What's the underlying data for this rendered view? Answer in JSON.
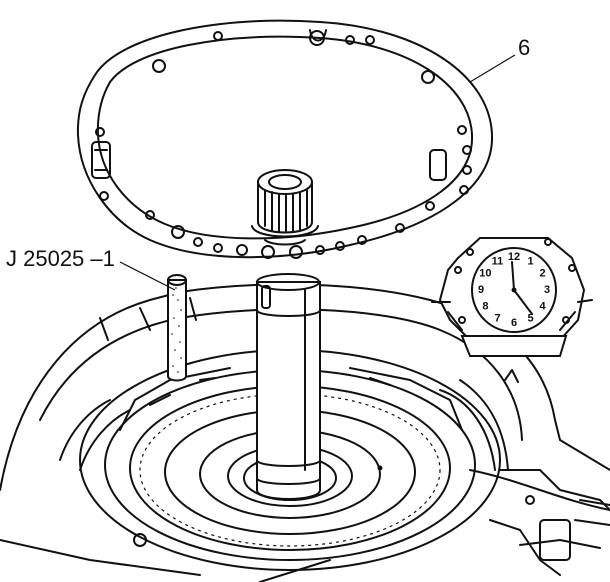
{
  "callouts": {
    "gasket_label": "6",
    "tool_label": "J 25025 –1"
  },
  "clock": {
    "numerals": [
      "12",
      "1",
      "2",
      "3",
      "4",
      "5",
      "6",
      "7",
      "8",
      "9",
      "10",
      "11"
    ]
  }
}
